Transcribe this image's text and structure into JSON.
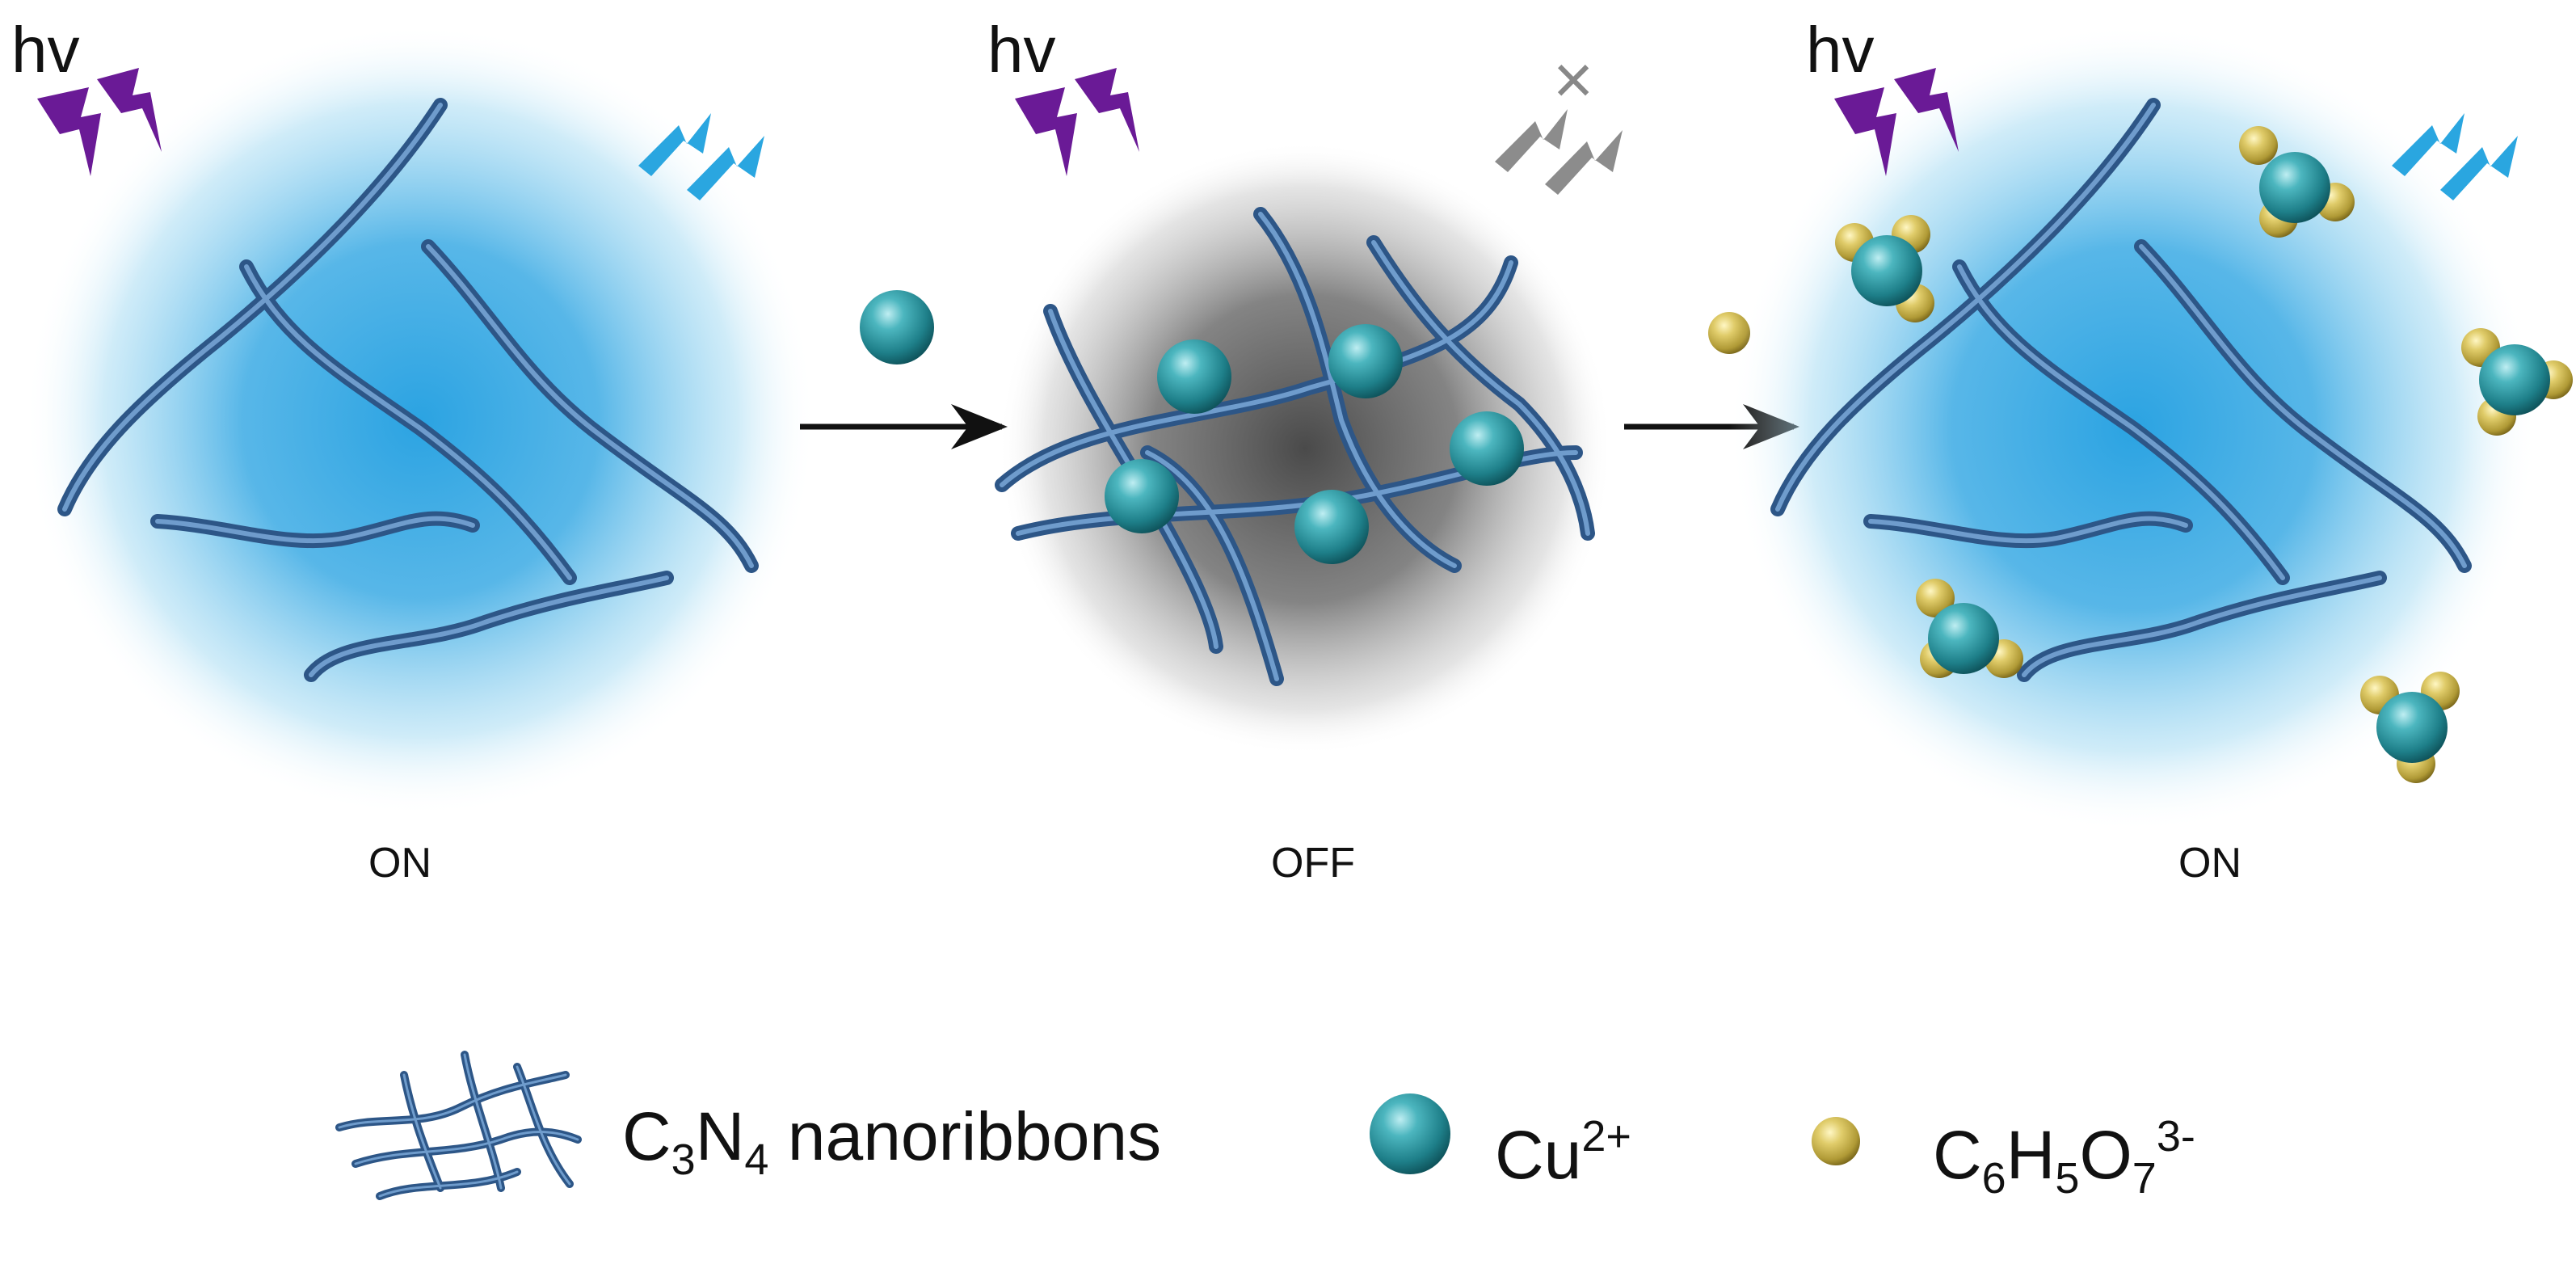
{
  "panels": [
    {
      "light_label": "hv",
      "state_label": "ON"
    },
    {
      "light_label": "hv",
      "state_label": "OFF",
      "emission_blocked_mark": "×"
    },
    {
      "light_label": "hv",
      "state_label": "ON"
    }
  ],
  "legend": {
    "nanoribbon": {
      "sym1": "C",
      "sub1": "3",
      "sym2": "N",
      "sub2": "4",
      "text": " nanoribbons"
    },
    "copper": {
      "sym": "Cu",
      "sup": "2+"
    },
    "citrate": {
      "sym1": "C",
      "sub1": "6",
      "sym2": "H",
      "sub2": "5",
      "sym3": "O",
      "sub3": "7",
      "sup": "3-"
    }
  },
  "colors": {
    "excitation_bolt": "#6a1a96",
    "emission_bolt": "#2aa6e0",
    "quenched_bolt": "#8c8c8c",
    "fluorescent_glow": "#2ba3e2",
    "quenched_glow": "#5a5a5a",
    "nanoribbon": "#3f6fa4",
    "copper_ion": "#2a8f98",
    "citrate_ion": "#d4c05a"
  }
}
